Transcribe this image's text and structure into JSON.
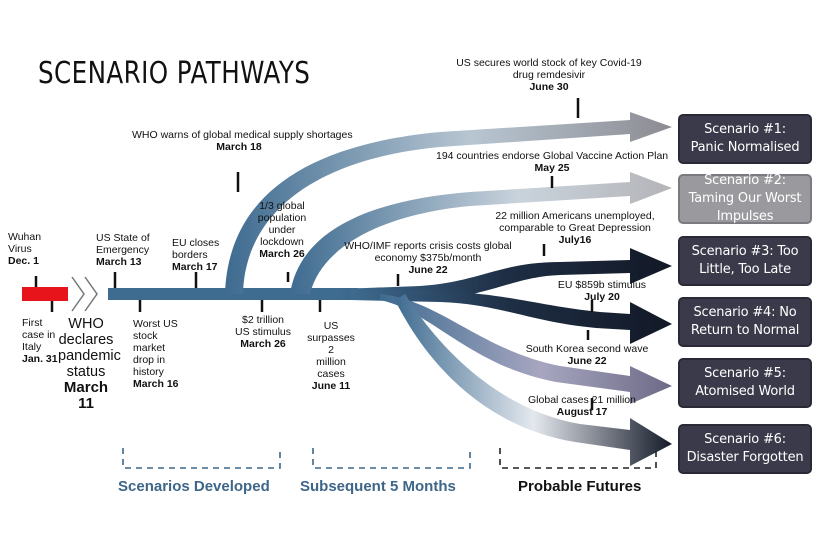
{
  "title": "SCENARIO PATHWAYS",
  "events": [
    {
      "id": "wuhan",
      "text": "Wuhan\nVirus",
      "date": "Dec. 1"
    },
    {
      "id": "italy",
      "text": "First\ncase in\nItaly",
      "date": "Jan. 31"
    },
    {
      "id": "us-emergency",
      "text": "US State of\nEmergency",
      "date": "March 13"
    },
    {
      "id": "us-stock",
      "text": "Worst US\nstock\nmarket\ndrop in\nhistory",
      "date": "March 16"
    },
    {
      "id": "eu-borders",
      "text": "EU closes\nborders",
      "date": "March 17"
    },
    {
      "id": "who-supply",
      "text": "WHO warns of global medical supply shortages",
      "date": "March 18"
    },
    {
      "id": "lockdown",
      "text": "1/3 global\npopulation\nunder\nlockdown",
      "date": "March 26"
    },
    {
      "id": "us-stimulus-2t",
      "text": "$2 trillion\nUS stimulus",
      "date": "March 26"
    },
    {
      "id": "us-2m-cases",
      "text": "US\nsurpasses 2\nmillion\ncases",
      "date": "June 11"
    },
    {
      "id": "who-imf",
      "text": "WHO/IMF reports crisis costs global\neconomy $375b/month",
      "date": "June 22"
    },
    {
      "id": "vaccine-plan",
      "text": "194 countries endorse Global Vaccine Action Plan",
      "date": "May 25"
    },
    {
      "id": "remdesivir",
      "text": "US secures world stock of key Covid-19\ndrug remdesivir",
      "date": "June 30"
    },
    {
      "id": "unemployed",
      "text": "22 million Americans unemployed,\ncomparable to Great Depression",
      "date": "July16"
    },
    {
      "id": "eu-stimulus",
      "text": "EU $859b stimulus",
      "date": "July 20"
    },
    {
      "id": "korea-wave",
      "text": "South Korea second wave",
      "date": "June 22"
    },
    {
      "id": "global-21m",
      "text": "Global cases 21 million",
      "date": "August 17"
    }
  ],
  "who_declares": {
    "text": "WHO\ndeclares\npandemic\nstatus",
    "date": "March\n11"
  },
  "scenarios": [
    {
      "label": "Scenario #1:\nPanic Normalised",
      "fill": "#3a3a4a"
    },
    {
      "label": "Scenario #2:\nTaming Our Worst\nImpulses",
      "fill": "#9a9a9e"
    },
    {
      "label": "Scenario #3: Too\nLittle, Too Late",
      "fill": "#3a3a4a"
    },
    {
      "label": "Scenario #4: No\nReturn to Normal",
      "fill": "#3a3a4a"
    },
    {
      "label": "Scenario #5:\nAtomised World",
      "fill": "#3a3a4a"
    },
    {
      "label": "Scenario #6:\nDisaster Forgotten",
      "fill": "#3a3a4a"
    }
  ],
  "phases": [
    {
      "label": "Scenarios Developed",
      "color": "#3d6688"
    },
    {
      "label": "Subsequent 5 Months",
      "color": "#3d6688"
    },
    {
      "label": "Probable Futures",
      "color": "#111111"
    }
  ],
  "colors": {
    "trunk": "#3e6b90",
    "wuhan_bar": "#e8141c",
    "bracket_blue": "#3d6688",
    "bracket_dark": "#222222"
  }
}
